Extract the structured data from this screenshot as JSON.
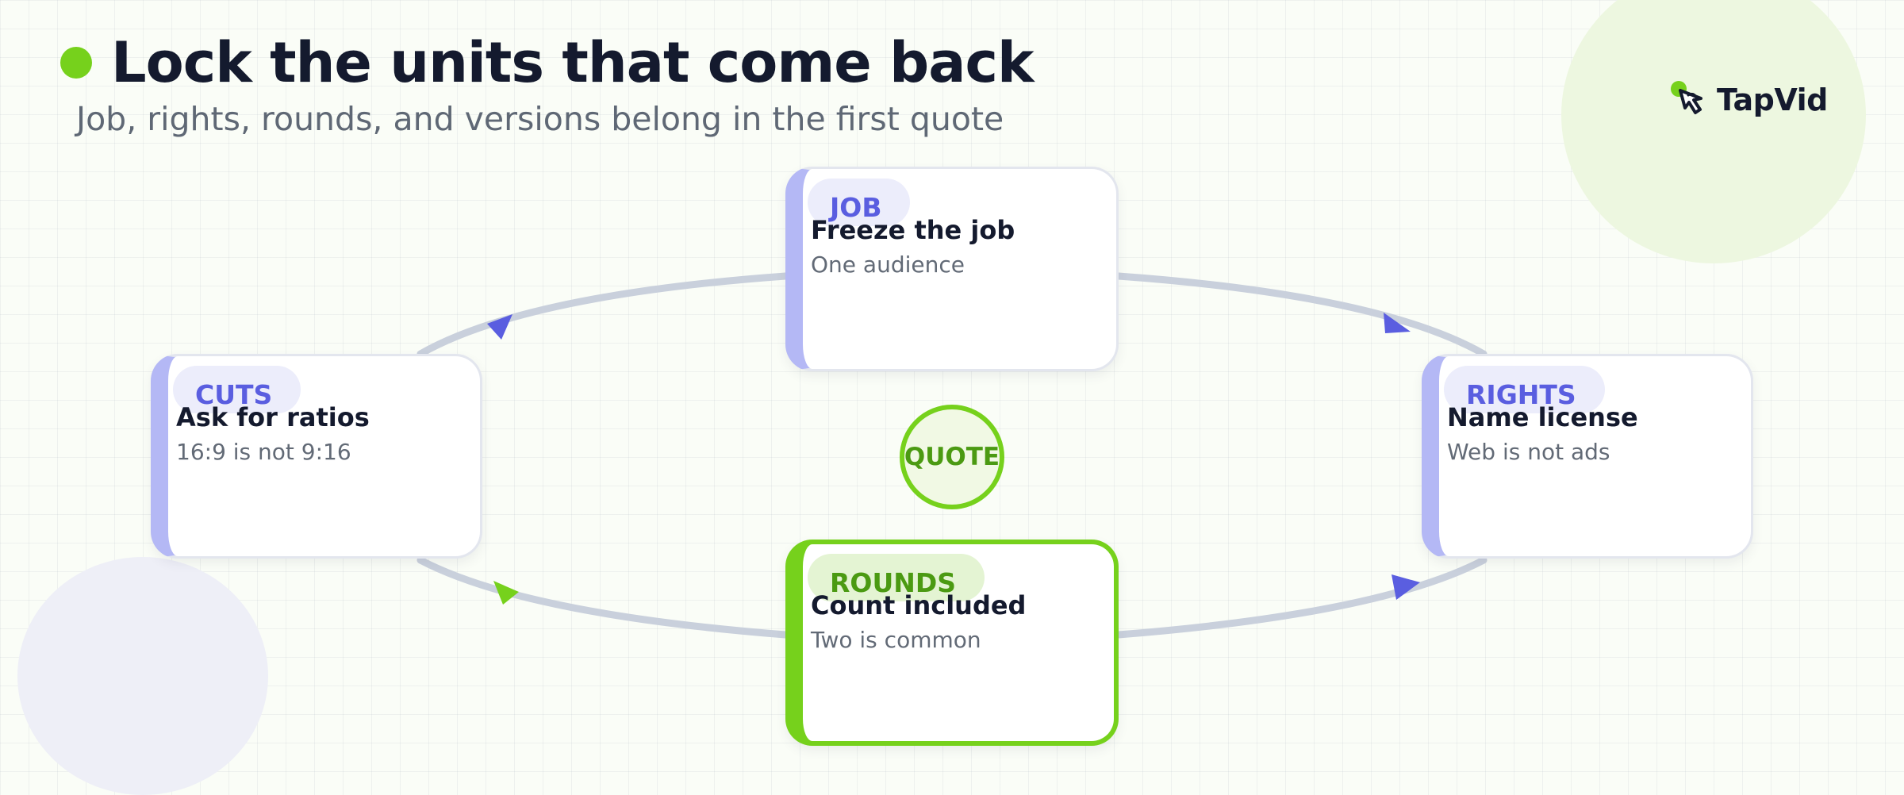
{
  "header": {
    "title": "Lock the units that come back",
    "subtitle": "Job, rights, rounds, and versions belong in the first quote"
  },
  "logo": {
    "text": "TapVid",
    "icon": "pointer-hand-icon"
  },
  "hub": {
    "label": "QUOTE"
  },
  "nodes": [
    {
      "id": "job",
      "tag": "JOB",
      "title": "Freeze the job",
      "desc": "One audience"
    },
    {
      "id": "rights",
      "tag": "RIGHTS",
      "title": "Name license",
      "desc": "Web is not ads"
    },
    {
      "id": "rounds",
      "tag": "ROUNDS",
      "title": "Count included",
      "desc": "Two is common",
      "highlighted": true
    },
    {
      "id": "cuts",
      "tag": "CUTS",
      "title": "Ask for ratios",
      "desc": "16:9 is not 9:16"
    }
  ],
  "colors": {
    "accent_green": "#76d11c",
    "accent_indigo": "#5a5ee0",
    "connector": "#c9d0dc",
    "text_dark": "#141a2e",
    "text_muted": "#626a76"
  }
}
